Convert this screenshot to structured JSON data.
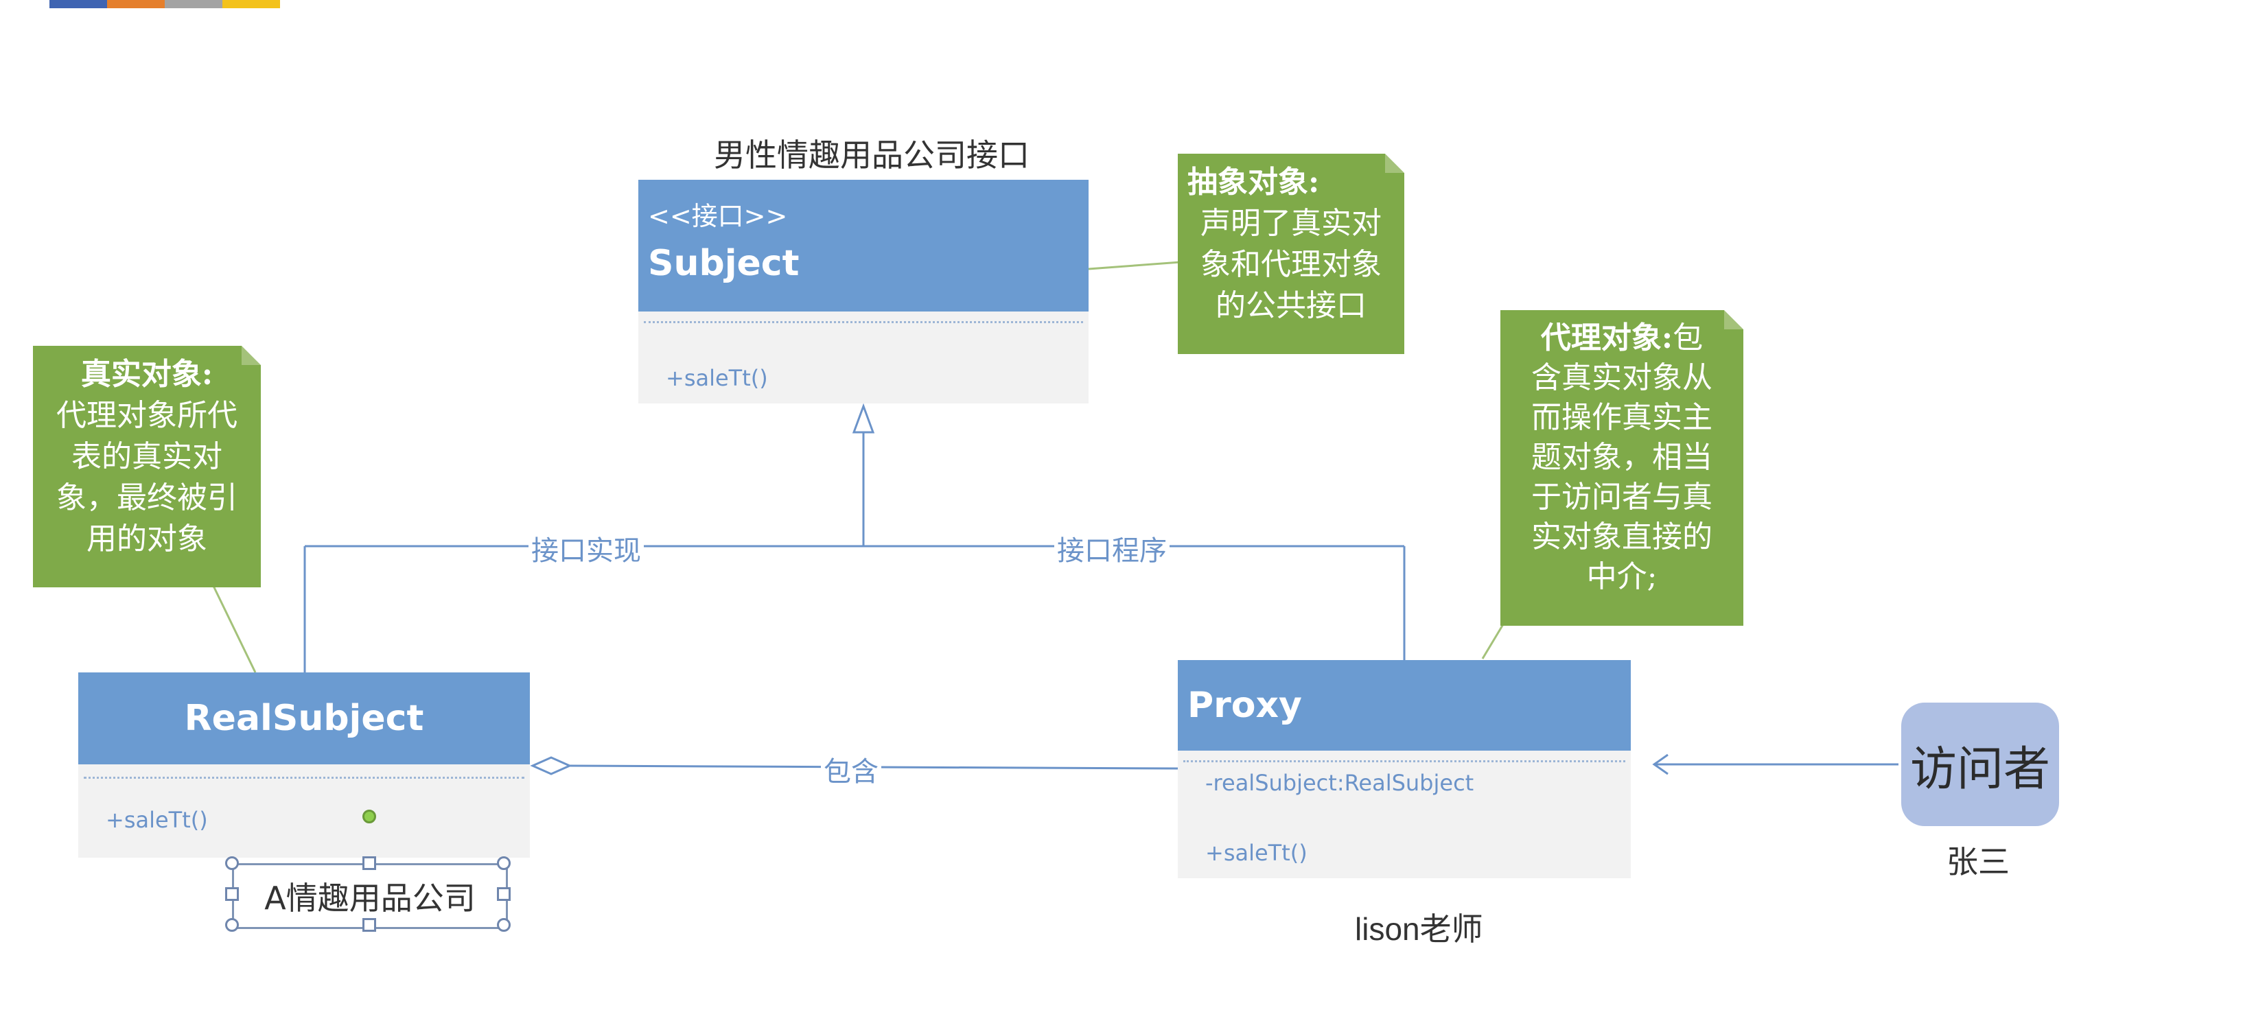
{
  "colors": {
    "class_header": "#6b9bd1",
    "class_body": "#f2f2f2",
    "member_text": "#6b93c9",
    "note": "#7faa49",
    "visitor": "#aebfe3",
    "connector": "#6b93c9",
    "note_line": "#a4c27a",
    "brand_bar": [
      "#3f64b2",
      "#e57f2c",
      "#a3a3a3",
      "#f3c21b"
    ]
  },
  "subject": {
    "caption": "男性情趣用品公司接口",
    "stereotype": "<<接口>>",
    "name": "Subject",
    "method": "+saleTt()"
  },
  "real_subject": {
    "name": "RealSubject",
    "method": "+saleTt()",
    "textbox": "A情趣用品公司"
  },
  "proxy": {
    "name": "Proxy",
    "attribute": "-realSubject:RealSubject",
    "method": "+saleTt()"
  },
  "notes": {
    "abstract": {
      "title": "抽象对象:",
      "lines": [
        "声明了真实对",
        "象和代理对象",
        "的公共接口"
      ]
    },
    "real": {
      "title": "真实对象:",
      "lines": [
        "代理对象所代",
        "表的真实对",
        "象，最终被引",
        "用的对象"
      ]
    },
    "proxy": {
      "title": "代理对象:",
      "title_tail": "包",
      "lines": [
        "含真实对象从",
        "而操作真实主",
        "题对象，相当",
        "于访问者与真",
        "实对象直接的",
        "中介;"
      ]
    }
  },
  "connectors": {
    "implements_left": "接口实现",
    "implements_right": "接口程序",
    "contains": "包含"
  },
  "visitor": {
    "label": "访问者",
    "name": "张三"
  },
  "teacher": "lison老师"
}
